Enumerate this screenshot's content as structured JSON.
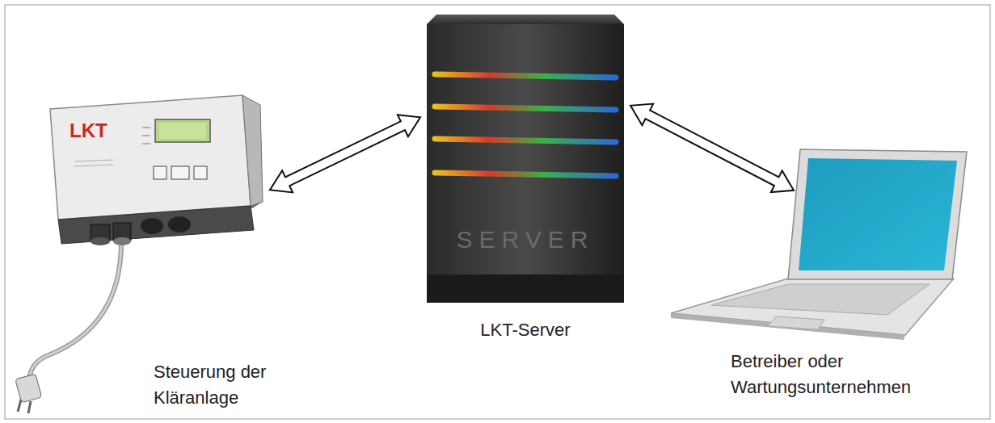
{
  "diagram": {
    "nodes": [
      {
        "text": [
          "Steuerung der Kläranlage"
        ]
      },
      {
        "text": [
          "LKT-Server"
        ]
      },
      {
        "text": [
          "Betreiber oder Wartungsunternehmen"
        ]
      }
    ],
    "edges": [
      {
        "from": 0,
        "to": 1,
        "arrow": "both"
      },
      {
        "from": 1,
        "to": 2,
        "arrow": "both"
      }
    ],
    "labels": [
      "LKT",
      "SERVER"
    ]
  }
}
